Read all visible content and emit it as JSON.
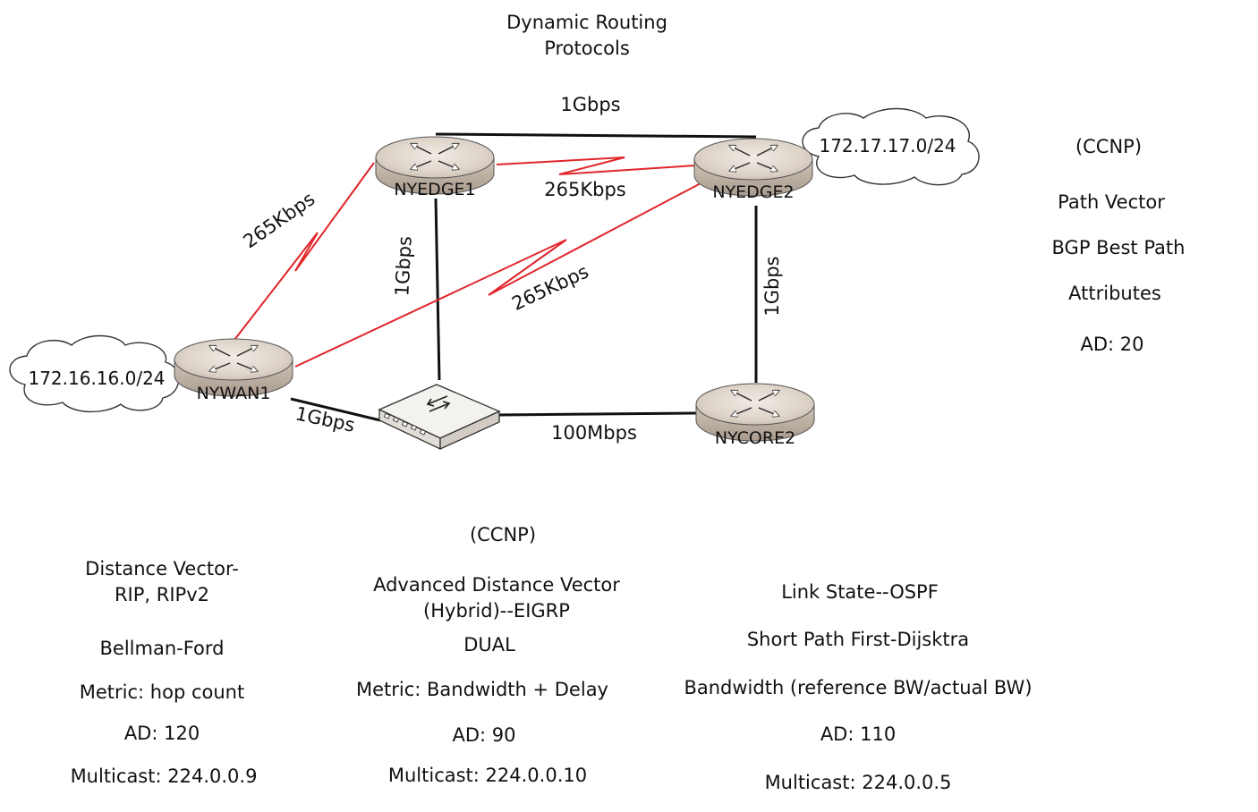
{
  "title": {
    "line1": "Dynamic Routing",
    "line2": "Protocols"
  },
  "devices": {
    "nyedge1": "NYEDGE1",
    "nyedge2": "NYEDGE2",
    "nywan1": "NYWAN1",
    "nycore2": "NYCORE2"
  },
  "networks": {
    "left": "172.16.16.0/24",
    "right": "172.17.17.0/24"
  },
  "links": {
    "edge1_edge2_top": "1Gbps",
    "edge1_edge2_serial": "265Kbps",
    "wan1_edge1_serial": "265Kbps",
    "wan1_edge2_serial": "265Kbps",
    "edge1_switch": "1Gbps",
    "edge2_core2": "1Gbps",
    "wan1_switch": "1Gbps",
    "switch_core2": "100Mbps"
  },
  "bgp": {
    "tag": "(CCNP)",
    "type": "Path Vector",
    "algo1": "BGP Best Path",
    "algo2": "Attributes",
    "ad": "AD: 20"
  },
  "rip": {
    "type1": "Distance Vector-",
    "type2": "RIP, RIPv2",
    "algo": "Bellman-Ford",
    "metric": "Metric: hop count",
    "ad": "AD: 120",
    "multicast": "Multicast: 224.0.0.9"
  },
  "eigrp": {
    "tag": "(CCNP)",
    "type1": "Advanced Distance Vector",
    "type2": "(Hybrid)--EIGRP",
    "algo": "DUAL",
    "metric": "Metric: Bandwidth + Delay",
    "ad": "AD: 90",
    "multicast": "Multicast: 224.0.0.10"
  },
  "ospf": {
    "type": "Link State--OSPF",
    "algo": "Short Path First-Dijsktra",
    "metric": "Bandwidth (reference BW/actual BW)",
    "ad": "AD: 110",
    "multicast": "Multicast: 224.0.0.5"
  }
}
